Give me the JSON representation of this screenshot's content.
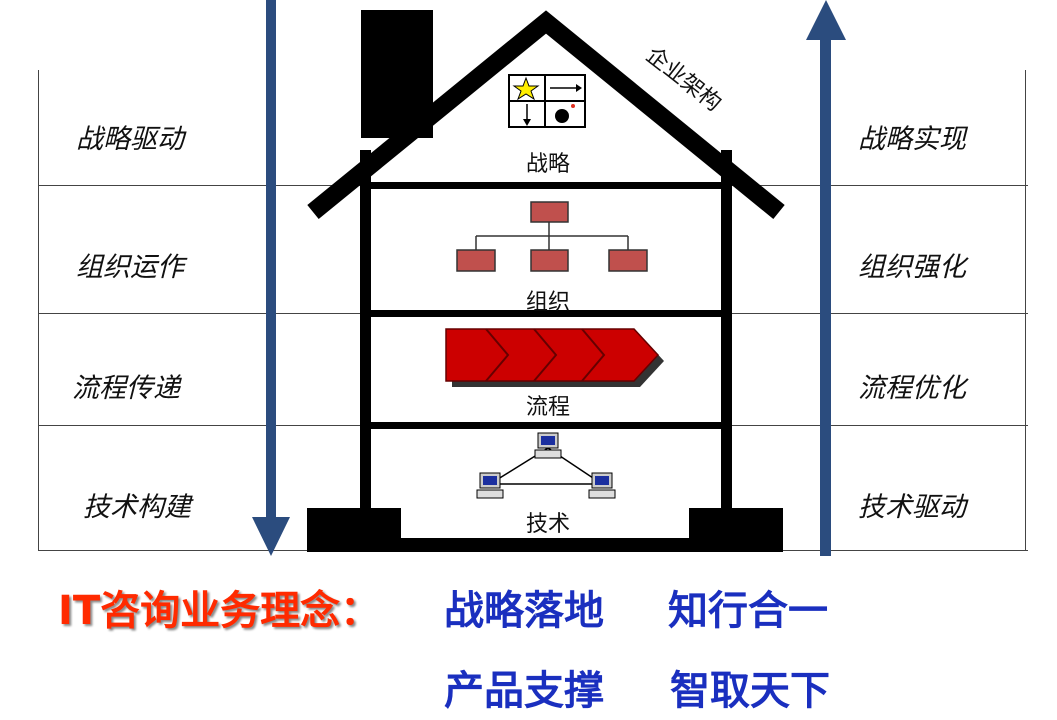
{
  "left_labels": [
    "战略驱动",
    "组织运作",
    "流程传递",
    "技术构建"
  ],
  "right_labels": [
    "战略实现",
    "组织强化",
    "流程优化",
    "技术驱动"
  ],
  "floors": [
    "战略",
    "组织",
    "流程",
    "技术"
  ],
  "roof_label": "企业架构",
  "motto": {
    "prefix": "IT咨询业务理念：",
    "line1_a": "战略落地",
    "line1_b": "知行合一",
    "line2_a": "产品支撑",
    "line2_b": "智取天下"
  },
  "colors": {
    "arrow": "#2b4c7e",
    "house": "#000000",
    "box_red": "#c0504d",
    "process_red": "#cc0000",
    "motto_red": "#ff2a00",
    "motto_blue": "#1a2fbf"
  },
  "icons": {
    "strategy": "strategy-board-icon",
    "organization": "org-chart-icon",
    "process": "process-chevrons-icon",
    "technology": "computer-network-icon"
  }
}
